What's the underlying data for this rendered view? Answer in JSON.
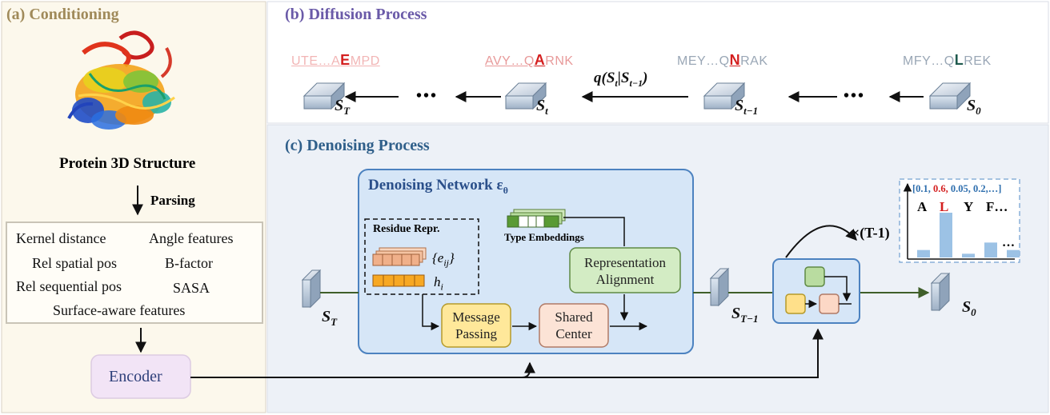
{
  "panels": {
    "conditioning_title": "(a) Conditioning",
    "diffusion_title": "(b) Diffusion Process",
    "denoising_title": "(c) Denoising Process"
  },
  "conditioning": {
    "structure_label": "Protein 3D Structure",
    "parsing_label": "Parsing",
    "features": [
      "Kernel distance",
      "Angle features",
      "Rel spatial pos",
      "B-factor",
      "Rel sequential pos",
      "SASA",
      "Surface-aware features"
    ],
    "encoder_label": "Encoder"
  },
  "diffusion": {
    "sequences": [
      {
        "pre": "UTE…A",
        "mark": "E",
        "post": "MPD"
      },
      {
        "pre": "AVY…Q",
        "mark": "A",
        "post": "RNK"
      },
      {
        "pre": "MEY…Q",
        "mark": "N",
        "post": "RAK"
      },
      {
        "pre": "MFY…Q",
        "mark": "L",
        "post": "REK"
      }
    ],
    "states": [
      "S_T",
      "S_t",
      "S_{t-1}",
      "S_0"
    ],
    "ellipsis": "•••",
    "transition_label": "q(S_t|S_{t-1})"
  },
  "denoising": {
    "network_title": "Denoising Network ε",
    "network_subscript": "θ",
    "residue_repr_label": "Residue Repr.",
    "edge_label": "{e_ij}",
    "node_label": "h_i",
    "type_embeddings_label": "Type Embeddings",
    "representation_alignment_label": "Representation Alignment",
    "message_passing_label": "Message Passing",
    "shared_center_label": "Shared Center",
    "input_state": "S_T",
    "mid_state": "S_{T-1}",
    "output_state": "S_0",
    "repeat_label": "×(T-1)",
    "probabilities": {
      "values_text": [
        "[0.1,",
        "0.6,",
        "0.05,",
        "0.2,",
        "…]"
      ],
      "letters": [
        "A",
        "L",
        "Y",
        "F…"
      ],
      "trailing": "…",
      "bars": [
        0.1,
        0.6,
        0.05,
        0.2,
        0.1
      ]
    }
  },
  "colors": {
    "conditioning_bg": "#fcf8ec",
    "diffusion_bg": "#ffffff",
    "denoising_bg": "#edf1f7",
    "network_box": "#d6e6f7",
    "message_passing": "#ffe89a",
    "shared_center": "#fce3d6",
    "representation_alignment": "#d3ecc4",
    "encoder": "#f2e4f6",
    "highlight_red": "#d41f1f",
    "highlight_teal": "#1f5a4e",
    "bar_blue": "#9cc2e5"
  }
}
